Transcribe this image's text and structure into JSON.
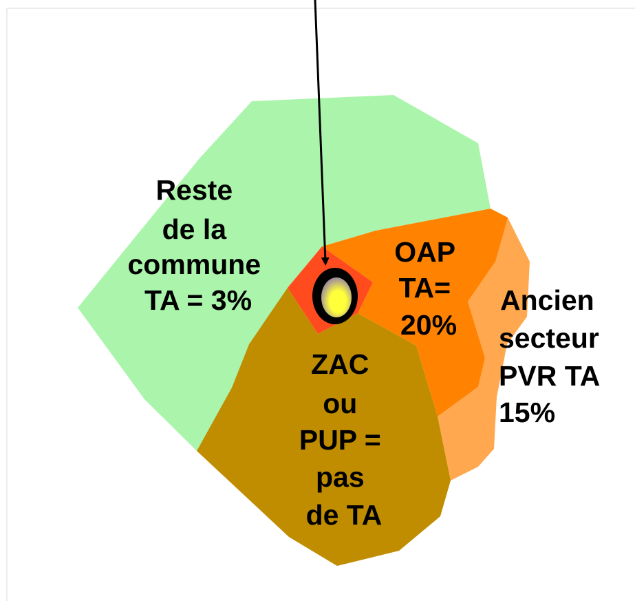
{
  "zones": {
    "reste": {
      "label_lines": [
        "Reste",
        "de la",
        "commune",
        "TA = 3%"
      ],
      "color": "#aaf5ab"
    },
    "oap": {
      "label_lines": [
        "OAP",
        "TA=",
        "20%"
      ],
      "color": "#ff8300"
    },
    "ancien_pvr": {
      "label_lines": [
        "Ancien",
        "secteur",
        "PVR TA",
        "15%"
      ],
      "color": "#ffa84f"
    },
    "zac_pup": {
      "label_lines": [
        "ZAC",
        "ou",
        "PUP =",
        "pas",
        "de TA"
      ],
      "color": "#c08d00"
    },
    "centre": {
      "color": "#ff4b1e"
    }
  },
  "marker": {
    "fill_inner": "#ffff3a",
    "fill_outer": "#9c88a0",
    "ring_color": "#000000"
  }
}
